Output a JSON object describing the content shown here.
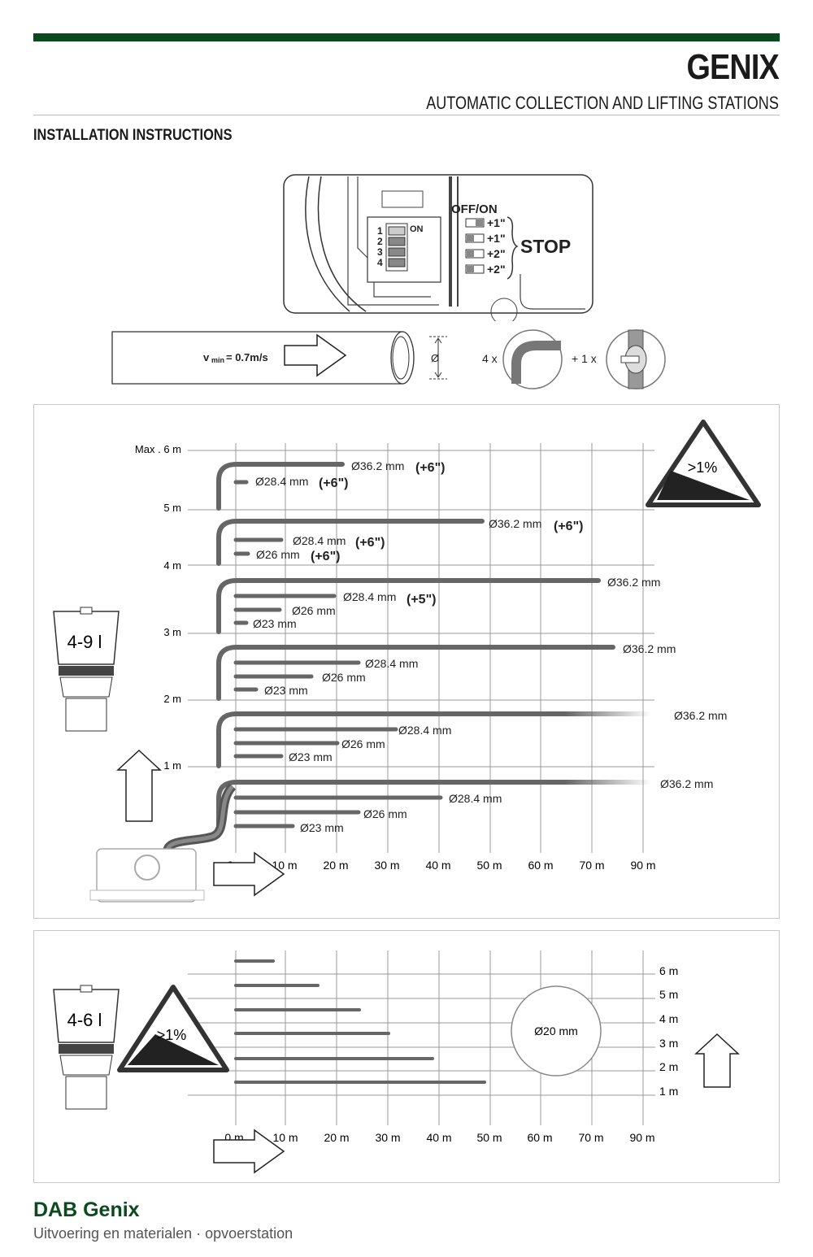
{
  "header": {
    "brand": "GENIX",
    "subtitle": "AUTOMATIC COLLECTION AND LIFTING STATIONS",
    "section_title": "INSTALLATION INSTRUCTIONS"
  },
  "switch_panel": {
    "dip_numbers": [
      "1",
      "2",
      "3",
      "4"
    ],
    "dip_on_label": "ON",
    "offon_label": "OFF/ON",
    "settings": [
      "+1\"",
      "+1\"",
      "+2\"",
      "+2\""
    ],
    "stop_label": "STOP"
  },
  "pipe_info": {
    "velocity_prefix": "v",
    "velocity_sub": "min",
    "velocity_value": "= 0.7m/s",
    "diameter_symbol": "Ø",
    "elbow_count": "4 x",
    "valve_count": "+ 1 x"
  },
  "chart1": {
    "tank_label": "4-9 l",
    "slope_label": ">1%",
    "y_labels": [
      "Max . 6  m",
      "5 m",
      "4 m",
      "3 m",
      "2 m",
      "1 m"
    ],
    "x_labels": [
      "0 m",
      "10 m",
      "20 m",
      "30 m",
      "40 m",
      "50 m",
      "60 m",
      "70 m",
      "90 m"
    ],
    "pipes": [
      {
        "label": "Ø36.2 mm",
        "extra": "(+6\")"
      },
      {
        "label": "Ø28.4 mm",
        "extra": "(+6\")"
      },
      {
        "label": "Ø36.2 mm",
        "extra": "(+6\")"
      },
      {
        "label": "Ø28.4 mm",
        "extra": "(+6\")"
      },
      {
        "label": "Ø26 mm",
        "extra": "(+6\")"
      },
      {
        "label": "Ø36.2 mm"
      },
      {
        "label": "Ø28.4 mm",
        "extra": "(+5\")"
      },
      {
        "label": "Ø26 mm"
      },
      {
        "label": "Ø23 mm"
      },
      {
        "label": "Ø36.2 mm"
      },
      {
        "label": "Ø28.4 mm"
      },
      {
        "label": "Ø26 mm"
      },
      {
        "label": "Ø23 mm"
      },
      {
        "label": "Ø36.2 mm"
      },
      {
        "label": "Ø28.4 mm"
      },
      {
        "label": "Ø26 mm"
      },
      {
        "label": "Ø23 mm"
      },
      {
        "label": "Ø36.2 mm"
      },
      {
        "label": "Ø28.4 mm"
      },
      {
        "label": "Ø26 mm"
      },
      {
        "label": "Ø23 mm"
      }
    ]
  },
  "chart2": {
    "tank_label": "4-6 l",
    "slope_label": ">1%",
    "y_labels": [
      "6 m",
      "5 m",
      "4 m",
      "3 m",
      "2 m",
      "1 m"
    ],
    "x_labels": [
      "0 m",
      "10 m",
      "20 m",
      "30 m",
      "40 m",
      "50 m",
      "60 m",
      "70 m",
      "90 m"
    ],
    "circle_label": "Ø20 mm"
  },
  "footer": {
    "title": "DAB Genix",
    "subtitle": "Uitvoering en materialen  ·  opvoerstation"
  }
}
